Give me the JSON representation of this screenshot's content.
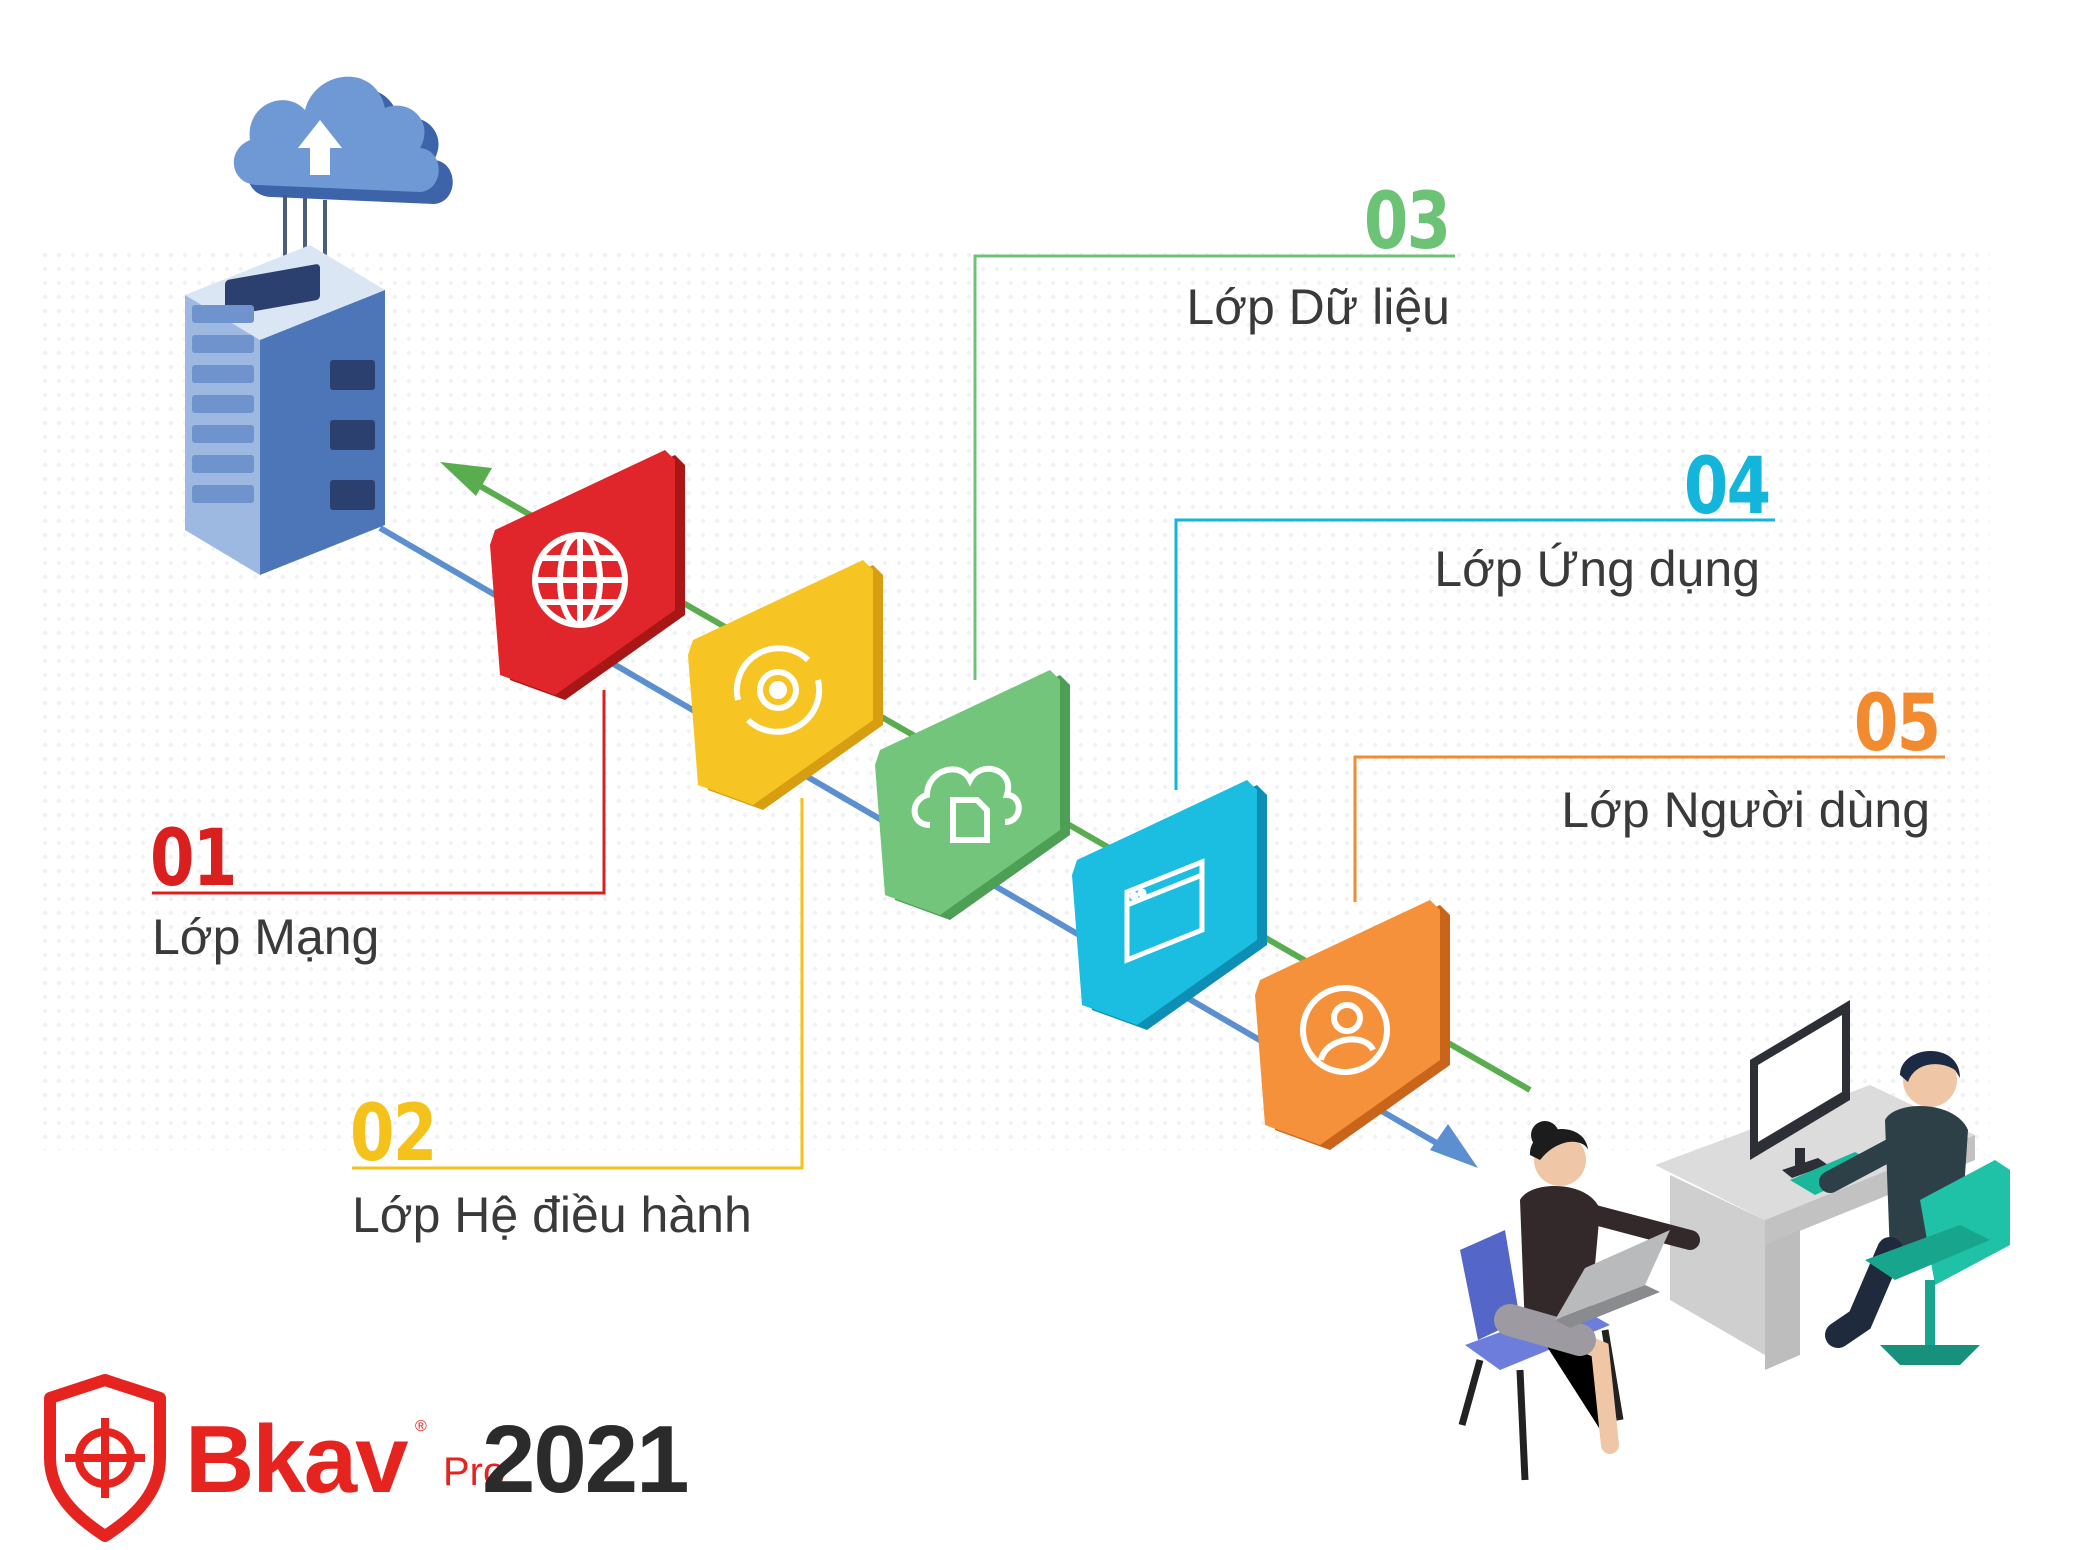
{
  "layers": [
    {
      "number": "01",
      "label": "Lớp Mạng",
      "color": "#d9201f",
      "icon": "globe-icon"
    },
    {
      "number": "02",
      "label": "Lớp Hệ điều hành",
      "color": "#f5c21b",
      "icon": "gear-sync-icon"
    },
    {
      "number": "03",
      "label": "Lớp Dữ liệu",
      "color": "#6cc275",
      "icon": "cloud-file-icon"
    },
    {
      "number": "04",
      "label": "Lớp Ứng dụng",
      "color": "#13b6da",
      "icon": "browser-window-icon"
    },
    {
      "number": "05",
      "label": "Lớp Người dùng",
      "color": "#f28a30",
      "icon": "user-icon"
    }
  ],
  "brand": {
    "name": "Bkav",
    "registered": "®",
    "edition": "Pro",
    "year": "2021",
    "color": "#e52420",
    "icon": "bkav-shield-icon"
  },
  "illustrations": {
    "server": "server-cloud-illustration",
    "office": "office-users-illustration"
  },
  "arrows": {
    "outbound_color": "#5aad4e",
    "inbound_color": "#5b8fcf"
  }
}
